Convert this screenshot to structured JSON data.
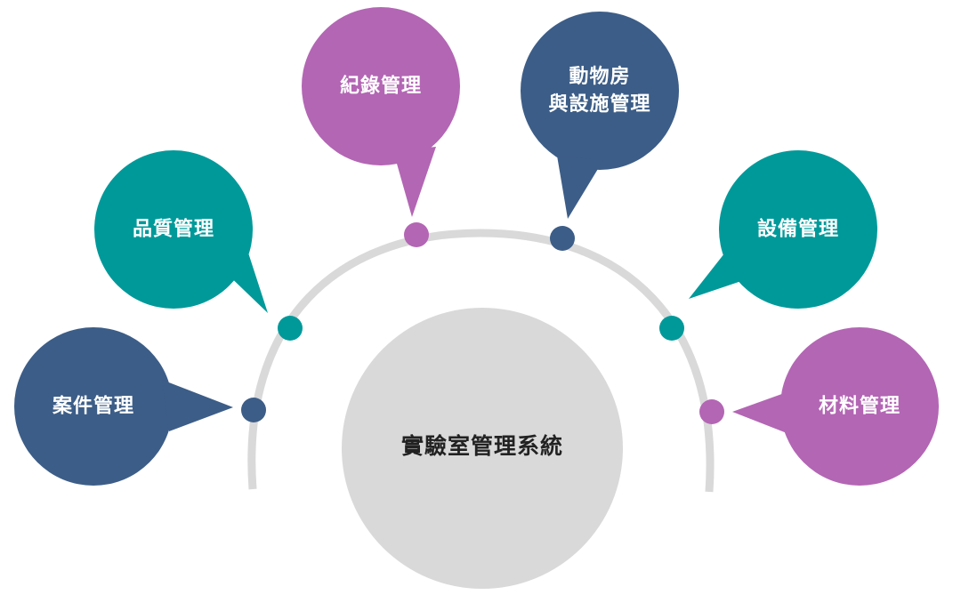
{
  "center": {
    "title": "實驗室管理系統"
  },
  "modules": [
    {
      "id": "case",
      "lines": [
        "案件管理"
      ],
      "color": "#3c5d87"
    },
    {
      "id": "quality",
      "lines": [
        "品質管理"
      ],
      "color": "#00999a"
    },
    {
      "id": "records",
      "lines": [
        "紀錄管理"
      ],
      "color": "#b366b4"
    },
    {
      "id": "animal",
      "lines": [
        "動物房",
        "與設施管理"
      ],
      "color": "#3c5d87"
    },
    {
      "id": "equipment",
      "lines": [
        "設備管理"
      ],
      "color": "#00999a"
    },
    {
      "id": "materials",
      "lines": [
        "材料管理"
      ],
      "color": "#b366b4"
    }
  ],
  "colors": {
    "arc": "#d9d9d9",
    "center_circle": "#d9d9d9",
    "center_text": "#222222"
  }
}
